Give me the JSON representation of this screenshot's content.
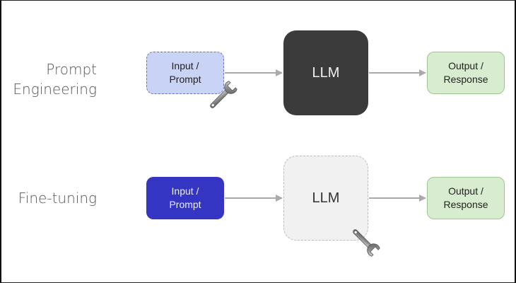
{
  "rows": [
    {
      "label_line1": "Prompt",
      "label_line2": "Engineering",
      "input": {
        "line1": "Input /",
        "line2": "Prompt",
        "style": "dashed-light-blue",
        "tuned": true
      },
      "model": {
        "label": "LLM",
        "style": "dark-solid",
        "tuned": false
      },
      "output": {
        "line1": "Output /",
        "line2": "Response"
      }
    },
    {
      "label_line1": "Fine-tuning",
      "input": {
        "line1": "Input /",
        "line2": "Prompt",
        "style": "solid-blue",
        "tuned": false
      },
      "model": {
        "label": "LLM",
        "style": "light-dashed",
        "tuned": true
      },
      "output": {
        "line1": "Output /",
        "line2": "Response"
      }
    }
  ],
  "icons": {
    "tuning_indicator": "wrench-icon"
  },
  "colors": {
    "input_pe_fill": "#c9d3f5",
    "input_ft_fill": "#3535c4",
    "llm_pe_fill": "#3b3b3b",
    "llm_ft_fill": "#f1f1f1",
    "output_fill": "#d8ecd0",
    "arrow": "#aaaaaa"
  }
}
